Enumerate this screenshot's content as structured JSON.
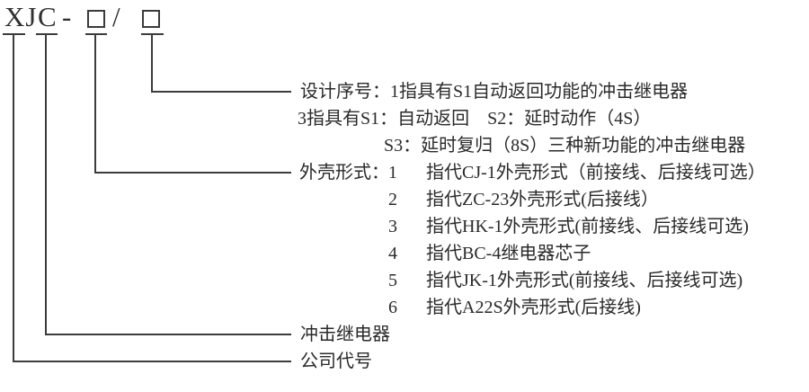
{
  "code": {
    "company_letters": "XJ",
    "type_letter": "C",
    "dash": "-",
    "slash": "/"
  },
  "design_series": {
    "line1": "设计序号：1指具有S1自动返回功能的冲击继电器",
    "line2": "3指具有S1：自动返回　S2：延时动作（4S）",
    "line3": "S3：延时复归（8S）三种新功能的冲击继电器"
  },
  "case_type": {
    "label": "外壳形式：",
    "items": [
      {
        "num": "1",
        "desc": "指代CJ-1外壳形式（前接线、后接线可选）"
      },
      {
        "num": "2",
        "desc": "指代ZC-23外壳形式(后接线）"
      },
      {
        "num": "3",
        "desc": "指代HK-1外壳形式(前接线、后接线可选)"
      },
      {
        "num": "4",
        "desc": "指代BC-4继电器芯子"
      },
      {
        "num": "5",
        "desc": "指代JK-1外壳形式(前接线、后接线可选)"
      },
      {
        "num": "6",
        "desc": "指代A22S外壳形式(后接线)"
      }
    ]
  },
  "bottom_labels": {
    "relay": "冲击继电器",
    "company": "公司代号"
  }
}
